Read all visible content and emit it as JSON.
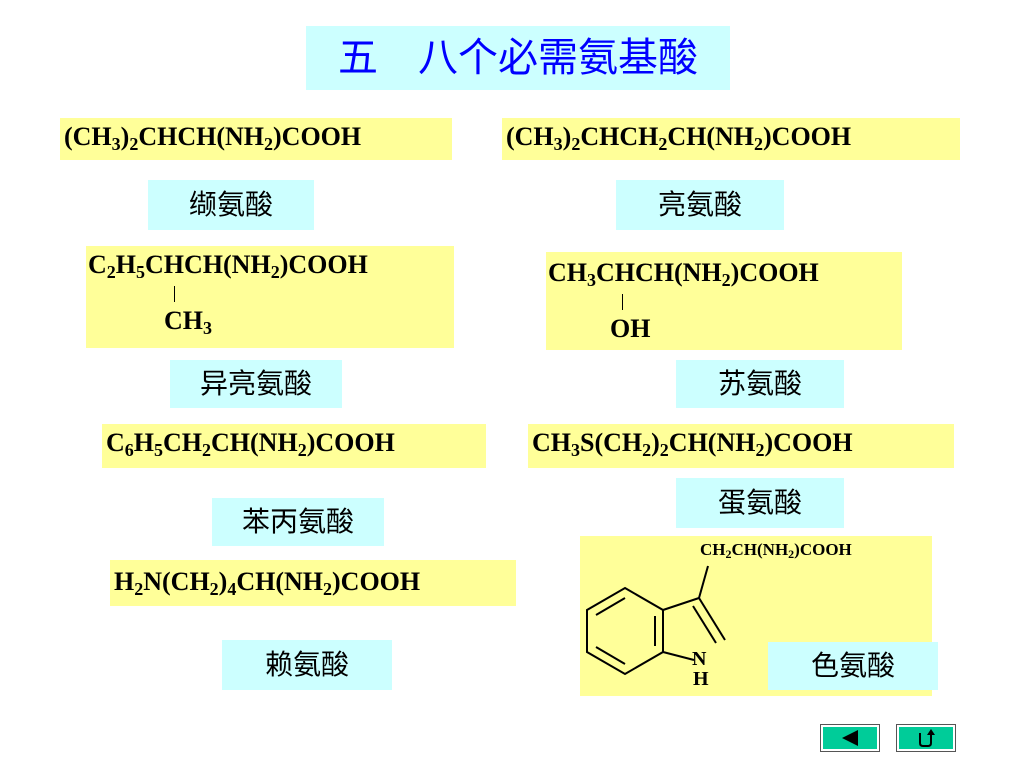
{
  "title": "五　八个必需氨基酸",
  "valine": {
    "name": "缬氨酸",
    "f1": "(CH",
    "s1": "3",
    "f2": ")",
    "s2": "2",
    "f3": "CHCH(NH",
    "s3": "2",
    "f4": ")COOH"
  },
  "leucine": {
    "name": "亮氨酸",
    "f1": "(CH",
    "s1": "3",
    "f2": ")",
    "s2": "2",
    "f3": "CHCH",
    "s3": "2",
    "f4": "CH(NH",
    "s4": "2",
    "f5": ")COOH"
  },
  "isoleucine": {
    "name": "异亮氨酸",
    "f1": "C",
    "s1": "2",
    "f2": "H",
    "s2": "5",
    "f3": "CHCH(NH",
    "s3": "2",
    "f4": ")COOH",
    "bar": "|",
    "branch": "CH",
    "branch_sub": "3"
  },
  "threonine": {
    "name": "苏氨酸",
    "f1": "CH",
    "s1": "3",
    "f2": "CHCH(NH",
    "s2": "2",
    "f3": ")COOH",
    "bar": "|",
    "branch": "OH"
  },
  "phenylalanine": {
    "name": "苯丙氨酸",
    "f1": "C",
    "s1": "6",
    "f2": "H",
    "s2": "5",
    "f3": "CH",
    "s3": "2",
    "f4": "CH(NH",
    "s4": "2",
    "f5": ")COOH"
  },
  "methionine": {
    "name": "蛋氨酸",
    "f1": "CH",
    "s1": "3",
    "f2": "S(CH",
    "s2": "2",
    "f3": ")",
    "s3": "2",
    "f4": "CH(NH",
    "s4": "2",
    "f5": ")COOH"
  },
  "lysine": {
    "name": "赖氨酸",
    "f1": "H",
    "s1": "2",
    "f2": "N(CH",
    "s2": "2",
    "f3": ")",
    "s3": "4",
    "f4": "CH(NH",
    "s4": "2",
    "f5": ")COOH"
  },
  "tryptophan": {
    "name": "色氨酸",
    "f1": "CH",
    "s1": "2",
    "f2": "CH(NH",
    "s2": "2",
    "f3": ")COOH",
    "n": "N",
    "h": "H"
  },
  "colors": {
    "title_bg": "#ccffff",
    "title_text": "#0000ff",
    "formula_bg": "#ffff99",
    "label_bg": "#ccffff",
    "nav": "#00cc99"
  },
  "nav": {
    "prev_icon": "triangle-left-icon",
    "return_icon": "return-arrow-icon"
  }
}
